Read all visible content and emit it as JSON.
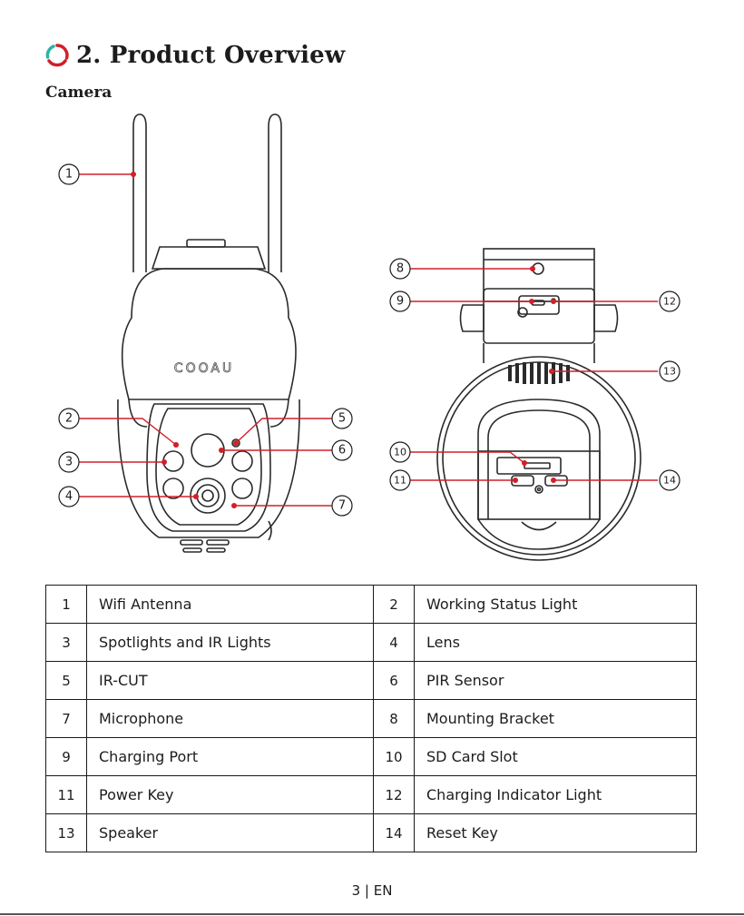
{
  "page": {
    "title": "2. Product Overview",
    "subtitle": "Camera",
    "footer": "3 | EN",
    "accent_color": "#d0202a",
    "logo_colors": [
      "#d0202a",
      "#2bb5a0"
    ]
  },
  "diagram": {
    "brand_text": "COOAU",
    "callouts": [
      "1",
      "2",
      "3",
      "4",
      "5",
      "6",
      "7",
      "8",
      "9",
      "10",
      "11",
      "12",
      "13",
      "14"
    ]
  },
  "legend": {
    "rows": [
      {
        "n1": "1",
        "l1": "Wifi Antenna",
        "n2": "2",
        "l2": "Working Status Light"
      },
      {
        "n1": "3",
        "l1": "Spotlights and IR Lights",
        "n2": "4",
        "l2": "Lens"
      },
      {
        "n1": "5",
        "l1": "IR-CUT",
        "n2": "6",
        "l2": "PIR Sensor"
      },
      {
        "n1": "7",
        "l1": "Microphone",
        "n2": "8",
        "l2": "Mounting Bracket"
      },
      {
        "n1": "9",
        "l1": "Charging Port",
        "n2": "10",
        "l2": "SD Card Slot"
      },
      {
        "n1": "11",
        "l1": "Power Key",
        "n2": "12",
        "l2": "Charging Indicator Light"
      },
      {
        "n1": "13",
        "l1": "Speaker",
        "n2": "14",
        "l2": "Reset Key"
      }
    ]
  }
}
